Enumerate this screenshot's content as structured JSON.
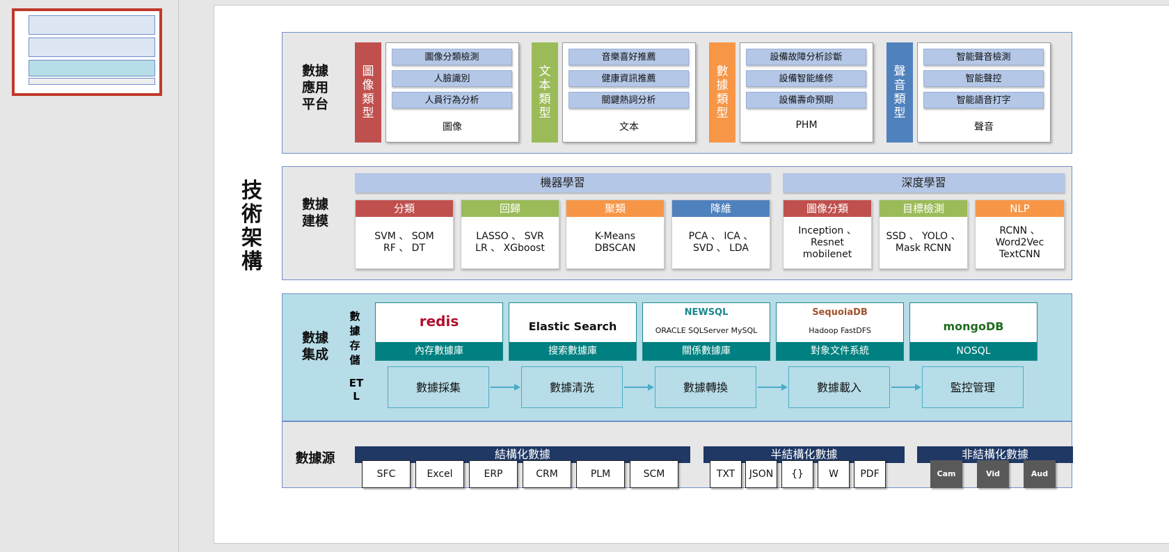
{
  "title": "技術架構",
  "colors": {
    "red": "#c0504d",
    "green": "#9bbb59",
    "orange": "#f79646",
    "blue": "#4f81bd",
    "teal": "#008080",
    "navy": "#1f3864",
    "chip": "#b4c7e7"
  },
  "app": {
    "label": "數據應用平台",
    "groups": [
      {
        "tab": "圖像類型",
        "items": [
          "圖像分類檢測",
          "人臉識別",
          "人員行為分析"
        ],
        "caption": "圖像"
      },
      {
        "tab": "文本類型",
        "items": [
          "音樂喜好推薦",
          "健康資訊推薦",
          "關鍵熱詞分析"
        ],
        "caption": "文本"
      },
      {
        "tab": "數據類型",
        "items": [
          "設備故障分析診斷",
          "設備智能維修",
          "設備壽命預期"
        ],
        "caption": "PHM"
      },
      {
        "tab": "聲音類型",
        "items": [
          "智能聲音檢測",
          "智能聲控",
          "智能語音打字"
        ],
        "caption": "聲音"
      }
    ]
  },
  "model": {
    "label": "數據建模",
    "ml": "機器學習",
    "dl": "深度學習",
    "cards": [
      {
        "head": "分類",
        "body": "SVM 、 SOM\nRF 、 DT"
      },
      {
        "head": "回歸",
        "body": "LASSO 、 SVR\nLR 、 XGboost"
      },
      {
        "head": "聚類",
        "body": "K-Means\nDBSCAN"
      },
      {
        "head": "降維",
        "body": "PCA 、 ICA 、\nSVD 、 LDA"
      },
      {
        "head": "圖像分類",
        "body": "Inception 、\nResnet\nmobilenet"
      },
      {
        "head": "目標檢測",
        "body": "SSD 、 YOLO 、\nMask RCNN"
      },
      {
        "head": "NLP",
        "body": "RCNN 、\nWord2Vec\nTextCNN"
      }
    ]
  },
  "integ": {
    "label": "數據集成",
    "storage_label": "數據存儲",
    "etl_label": "ETL",
    "stores": [
      {
        "name": "redis",
        "sub": "",
        "foot": "內存數據庫"
      },
      {
        "name": "Elastic Search",
        "sub": "",
        "foot": "搜索數據庫"
      },
      {
        "name": "NEWSQL",
        "sub": "ORACLE  SQLServer  MySQL",
        "foot": "關係數據庫"
      },
      {
        "name": "SequoiaDB",
        "sub": "Hadoop  FastDFS",
        "foot": "對象文件系統"
      },
      {
        "name": "mongoDB",
        "sub": "",
        "foot": "NOSQL"
      }
    ],
    "etl": [
      "數據採集",
      "數據清洗",
      "數據轉換",
      "數據載入",
      "監控管理"
    ]
  },
  "source": {
    "label": "數據源",
    "structured": {
      "head": "結構化數據",
      "items": [
        "SFC",
        "Excel",
        "ERP",
        "CRM",
        "PLM",
        "SCM"
      ]
    },
    "semi": {
      "head": "半結構化數據",
      "items": [
        "TXT",
        "JSON",
        "{}",
        "W",
        "PDF"
      ]
    },
    "unstructured": {
      "head": "非結構化數據",
      "items": [
        "Cam",
        "Vid",
        "Aud"
      ]
    }
  }
}
